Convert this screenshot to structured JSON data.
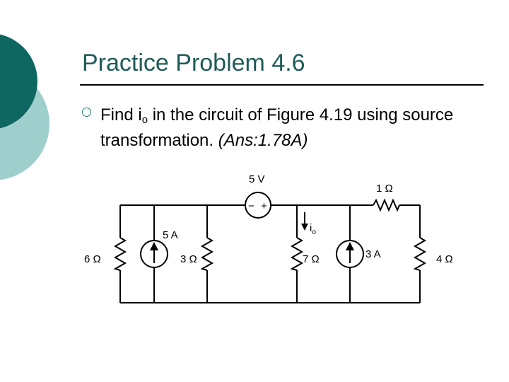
{
  "slide": {
    "title": "Practice Problem 4.6",
    "problem": {
      "text_before": "Find i",
      "subscript": "o",
      "text_after": " in the circuit of Figure 4.19 using source transformation. ",
      "answer": "(Ans:1.78A)"
    }
  },
  "circuit": {
    "labels": {
      "v_source": "5 V",
      "r_1": "1 Ω",
      "r_6": "6 Ω",
      "i_source_5a": "5 A",
      "r_3": "3 Ω",
      "current_main": "i",
      "current_sub": "o",
      "r_7": "7 Ω",
      "i_source_3a": "3 A",
      "r_4": "4 Ω",
      "minus_sign": "−",
      "plus_sign": "+"
    }
  },
  "colors": {
    "title": "#1f5b59",
    "deco_dark": "#0e6661",
    "deco_light": "#9fcfcd",
    "bullet": "#2a7f7c"
  }
}
